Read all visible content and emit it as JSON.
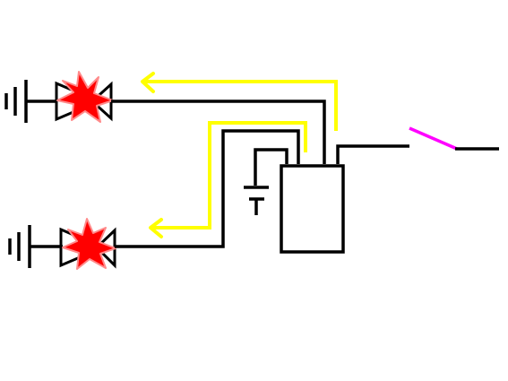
{
  "diagram": {
    "colors": {
      "wire": "#000000",
      "current_flow": "#ffff00",
      "lamp_fault_fill": "#ff0000",
      "lamp_fault_edge": "#ff8a8a",
      "switch_contact": "#ff00ff",
      "background": "#ffffff"
    },
    "components": [
      {
        "id": "ground-1",
        "icon": "ground-icon"
      },
      {
        "id": "led-1",
        "icon": "led-icon",
        "state": "burst-star-overlay"
      },
      {
        "id": "ground-2",
        "icon": "ground-icon"
      },
      {
        "id": "led-2",
        "icon": "led-icon",
        "state": "burst-star-overlay"
      },
      {
        "id": "battery",
        "icon": "battery-icon"
      },
      {
        "id": "control-box",
        "icon": "box"
      },
      {
        "id": "switch",
        "icon": "switch-icon",
        "state": "open"
      }
    ],
    "flow_arrows": 2
  }
}
